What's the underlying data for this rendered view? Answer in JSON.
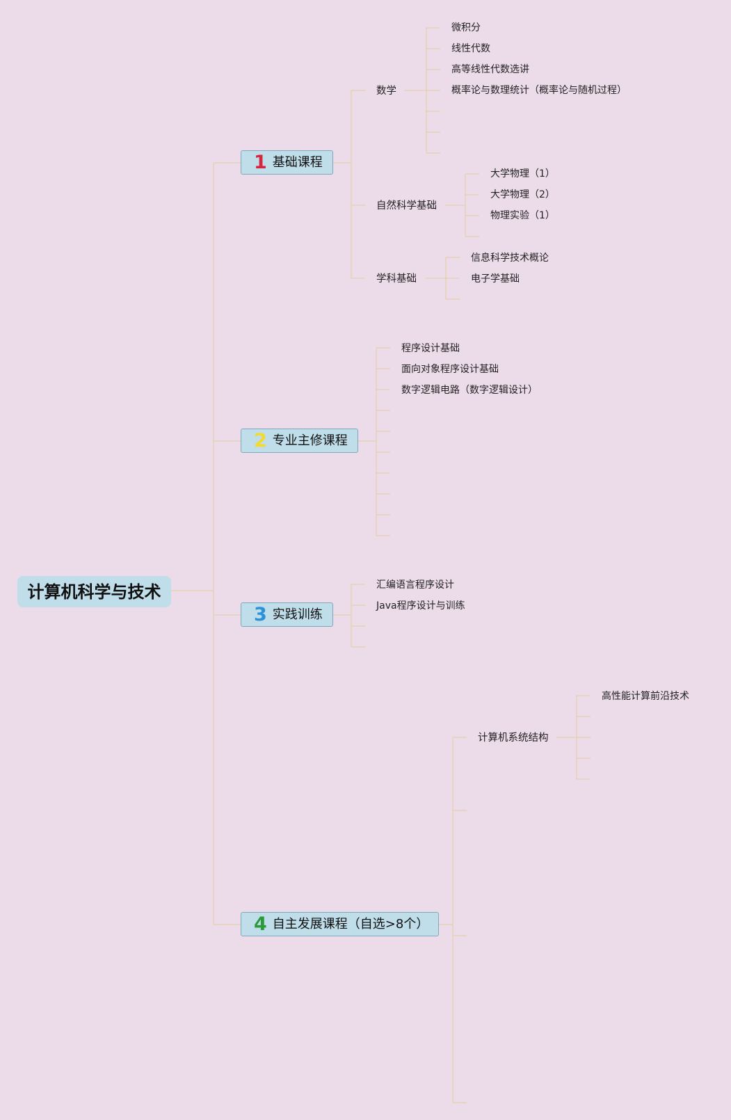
{
  "root": {
    "label": "计算机科学与技术"
  },
  "colors": {
    "background": "#ecdcea",
    "node_fill": "#c0ddea",
    "connector": "#e6cfae",
    "num_1": "#d6263f",
    "num_2": "#f3da2e",
    "num_3": "#2b91d8",
    "num_4": "#2a9a3a"
  },
  "branches": [
    {
      "num": "1",
      "label": "基础课程",
      "groups": [
        {
          "label": "数学",
          "items": [
            "微积分",
            "线性代数",
            "高等线性代数选讲",
            "概率论与数理统计（概率论与随机过程）"
          ]
        },
        {
          "label": "自然科学基础",
          "items": [
            "大学物理（1）",
            "大学物理（2）",
            "物理实验（1）"
          ]
        },
        {
          "label": "学科基础",
          "items": [
            "信息科学技术概论",
            "电子学基础"
          ]
        }
      ]
    },
    {
      "num": "2",
      "label": "专业主修课程",
      "items": [
        "程序设计基础",
        "面向对象程序设计基础",
        "数字逻辑电路（数字逻辑设计）"
      ]
    },
    {
      "num": "3",
      "label": "实践训练",
      "items": [
        "汇编语言程序设计",
        "Java程序设计与训练"
      ]
    },
    {
      "num": "4",
      "label": "自主发展课程（自选>8个）",
      "groups": [
        {
          "label": "计算机系统结构",
          "items": [
            "高性能计算前沿技术"
          ]
        }
      ]
    }
  ]
}
